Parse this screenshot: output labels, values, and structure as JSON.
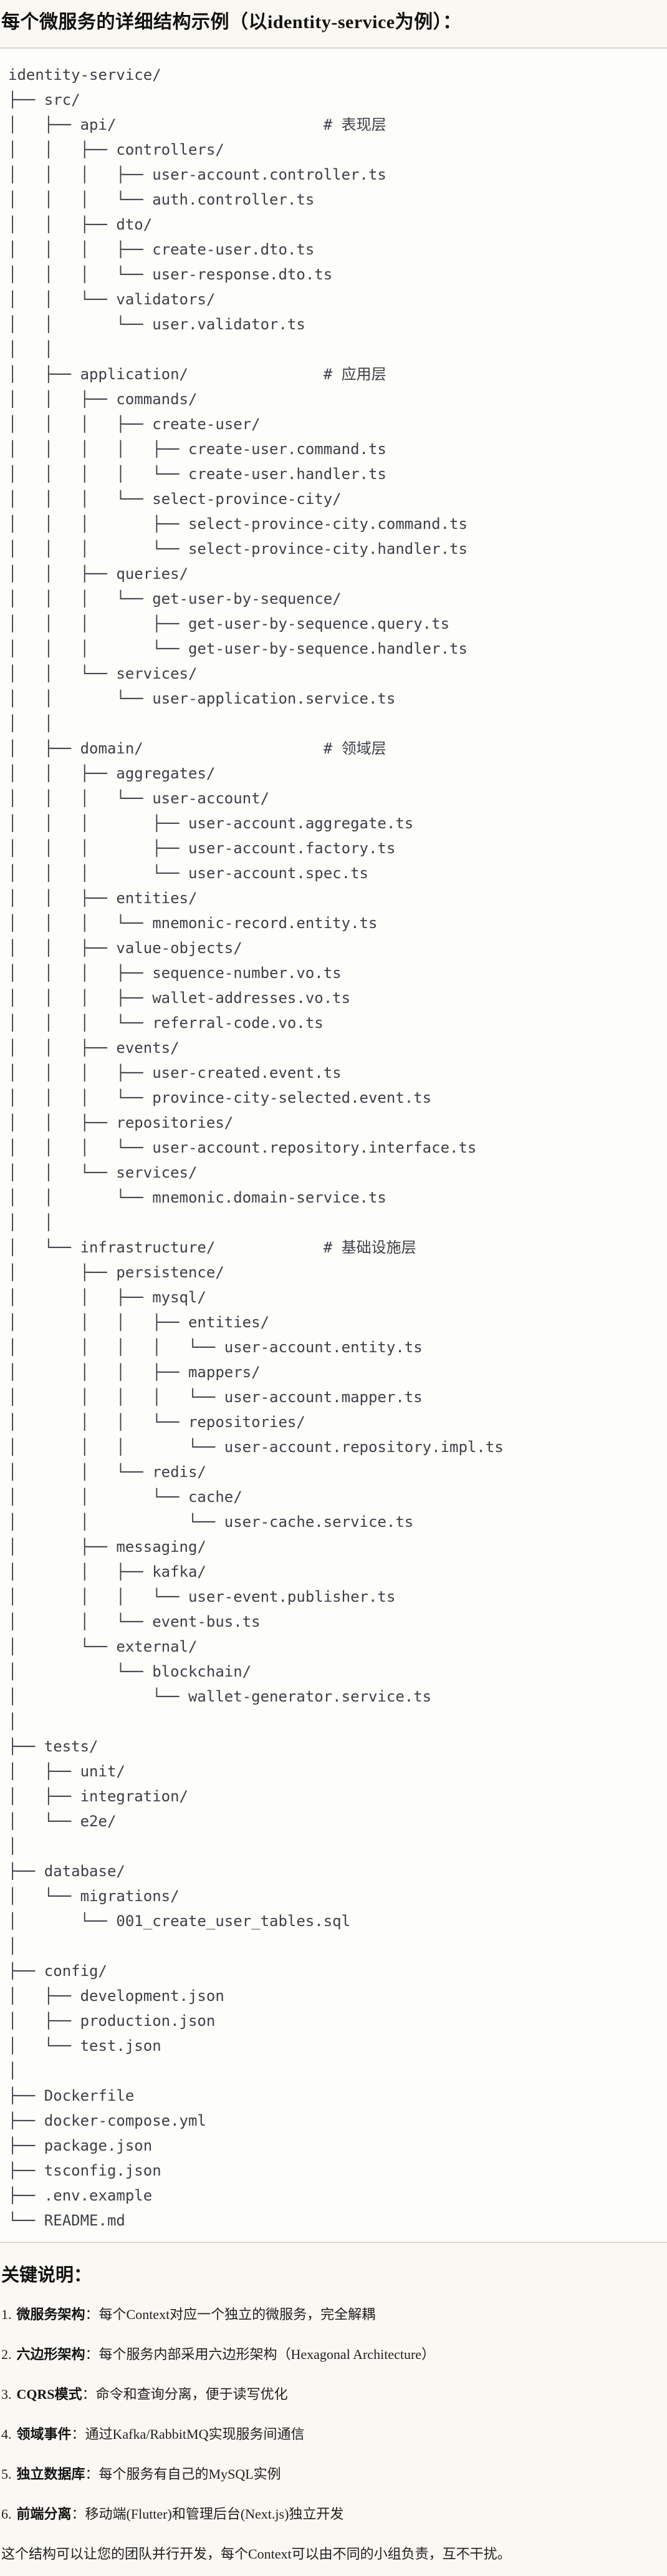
{
  "page": {
    "title": "每个微服务的详细结构示例（以identity-service为例）：",
    "notes_heading": "关键说明：",
    "closing": "这个结构可以让您的团队并行开发，每个Context可以由不同的小组负责，互不干扰。"
  },
  "colors": {
    "page_bg": "#faf8f2",
    "code_bg": "#fdfdfa",
    "divider": "#d9d8d3",
    "code_text": "#3d4046",
    "body_text": "#202020"
  },
  "tree": {
    "root": "identity-service/",
    "layer_comments": [
      "# 表现层",
      "# 应用层",
      "# 领域层",
      "# 基础设施层"
    ],
    "lines": [
      "identity-service/",
      "├── src/",
      "│   ├── api/                       # 表现层",
      "│   │   ├── controllers/",
      "│   │   │   ├── user-account.controller.ts",
      "│   │   │   └── auth.controller.ts",
      "│   │   ├── dto/",
      "│   │   │   ├── create-user.dto.ts",
      "│   │   │   └── user-response.dto.ts",
      "│   │   └── validators/",
      "│   │       └── user.validator.ts",
      "│   │",
      "│   ├── application/               # 应用层",
      "│   │   ├── commands/",
      "│   │   │   ├── create-user/",
      "│   │   │   │   ├── create-user.command.ts",
      "│   │   │   │   └── create-user.handler.ts",
      "│   │   │   └── select-province-city/",
      "│   │   │       ├── select-province-city.command.ts",
      "│   │   │       └── select-province-city.handler.ts",
      "│   │   ├── queries/",
      "│   │   │   └── get-user-by-sequence/",
      "│   │   │       ├── get-user-by-sequence.query.ts",
      "│   │   │       └── get-user-by-sequence.handler.ts",
      "│   │   └── services/",
      "│   │       └── user-application.service.ts",
      "│   │",
      "│   ├── domain/                    # 领域层",
      "│   │   ├── aggregates/",
      "│   │   │   └── user-account/",
      "│   │   │       ├── user-account.aggregate.ts",
      "│   │   │       ├── user-account.factory.ts",
      "│   │   │       └── user-account.spec.ts",
      "│   │   ├── entities/",
      "│   │   │   └── mnemonic-record.entity.ts",
      "│   │   ├── value-objects/",
      "│   │   │   ├── sequence-number.vo.ts",
      "│   │   │   ├── wallet-addresses.vo.ts",
      "│   │   │   └── referral-code.vo.ts",
      "│   │   ├── events/",
      "│   │   │   ├── user-created.event.ts",
      "│   │   │   └── province-city-selected.event.ts",
      "│   │   ├── repositories/",
      "│   │   │   └── user-account.repository.interface.ts",
      "│   │   └── services/",
      "│   │       └── mnemonic.domain-service.ts",
      "│   │",
      "│   └── infrastructure/            # 基础设施层",
      "│       ├── persistence/",
      "│       │   ├── mysql/",
      "│       │   │   ├── entities/",
      "│       │   │   │   └── user-account.entity.ts",
      "│       │   │   ├── mappers/",
      "│       │   │   │   └── user-account.mapper.ts",
      "│       │   │   └── repositories/",
      "│       │   │       └── user-account.repository.impl.ts",
      "│       │   └── redis/",
      "│       │       └── cache/",
      "│       │           └── user-cache.service.ts",
      "│       ├── messaging/",
      "│       │   ├── kafka/",
      "│       │   │   └── user-event.publisher.ts",
      "│       │   └── event-bus.ts",
      "│       └── external/",
      "│           └── blockchain/",
      "│               └── wallet-generator.service.ts",
      "│",
      "├── tests/",
      "│   ├── unit/",
      "│   ├── integration/",
      "│   └── e2e/",
      "│",
      "├── database/",
      "│   └── migrations/",
      "│       └── 001_create_user_tables.sql",
      "│",
      "├── config/",
      "│   ├── development.json",
      "│   ├── production.json",
      "│   └── test.json",
      "│",
      "├── Dockerfile",
      "├── docker-compose.yml",
      "├── package.json",
      "├── tsconfig.json",
      "├── .env.example",
      "└── README.md"
    ]
  },
  "notes": {
    "items": [
      {
        "num": "1.",
        "term": "微服务架构",
        "text": "：每个Context对应一个独立的微服务，完全解耦"
      },
      {
        "num": "2.",
        "term": "六边形架构",
        "text": "：每个服务内部采用六边形架构（Hexagonal Architecture）"
      },
      {
        "num": "3.",
        "term": "CQRS模式",
        "text": "：命令和查询分离，便于读写优化"
      },
      {
        "num": "4.",
        "term": "领域事件",
        "text": "：通过Kafka/RabbitMQ实现服务间通信"
      },
      {
        "num": "5.",
        "term": "独立数据库",
        "text": "：每个服务有自己的MySQL实例"
      },
      {
        "num": "6.",
        "term": "前端分离",
        "text": "：移动端(Flutter)和管理后台(Next.js)独立开发"
      }
    ]
  }
}
